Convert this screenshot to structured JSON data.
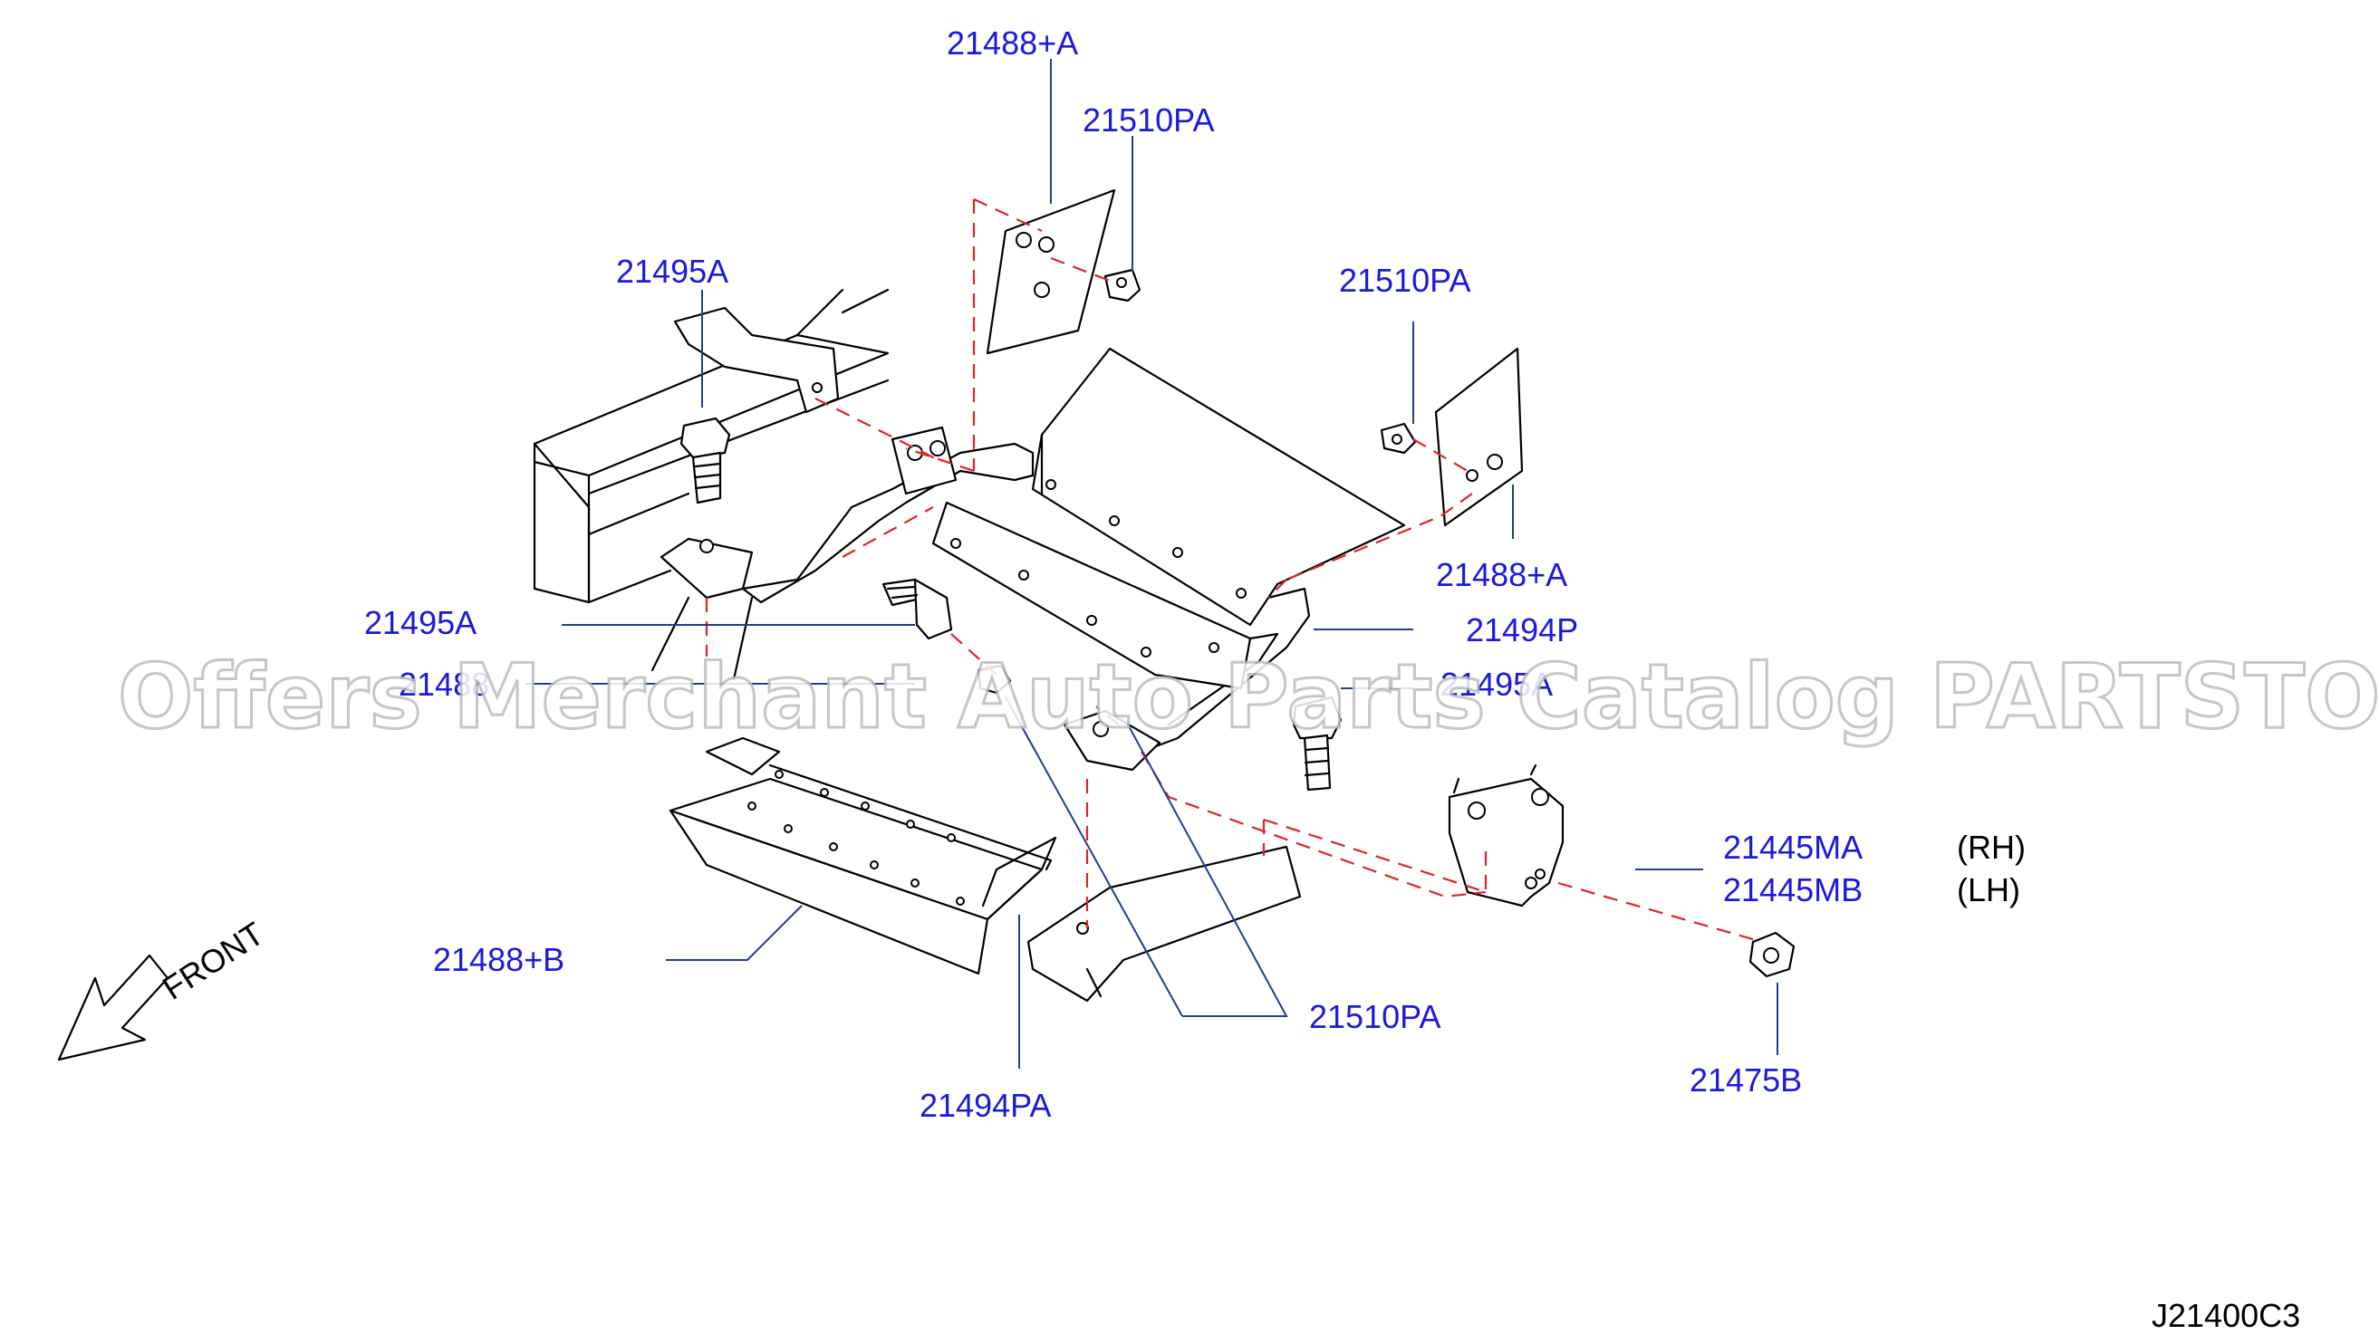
{
  "callouts": {
    "c1": "21488+A",
    "c2": "21510PA",
    "c3": "21495A",
    "c4": "21510PA",
    "c5": "21488+A",
    "c6": "21495A",
    "c7": "21494P",
    "c8": "21488",
    "c9": "21495A",
    "c10": "21445MA",
    "c11": "21445MB",
    "c12": "21488+B",
    "c13": "21510PA",
    "c14": "21494PA",
    "c15": "21475B"
  },
  "sides": {
    "rh": "(RH)",
    "lh": "(LH)"
  },
  "front_label": "FRONT",
  "diagram_code": "J21400C3",
  "watermark": "Offers Merchant Auto Parts Catalog PARTSTORE.SA",
  "colors": {
    "callout": "#1a1adc",
    "leader": "#1f3f8f",
    "dash": "#e0232b",
    "line": "#000000"
  }
}
